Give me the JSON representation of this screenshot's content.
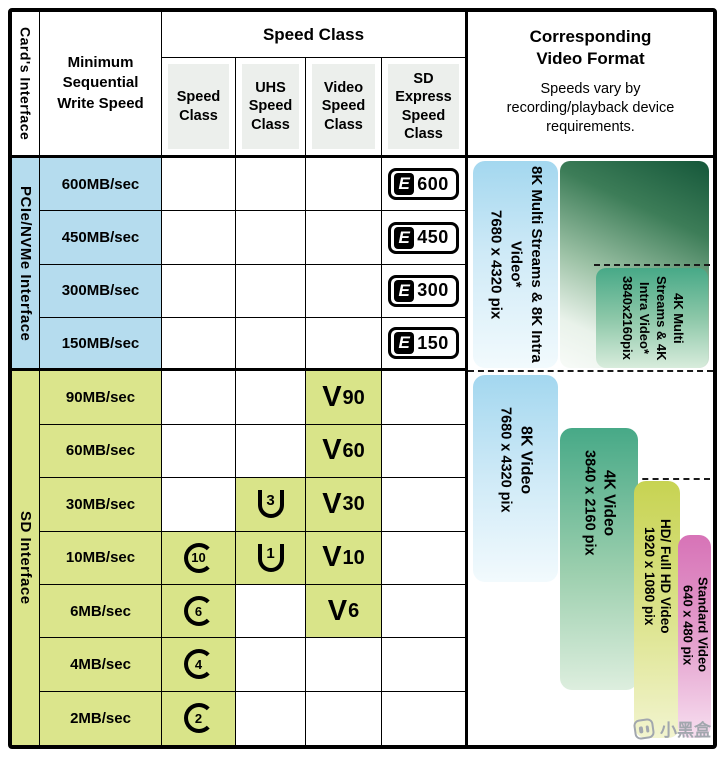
{
  "header": {
    "card_interface": "Card's Interface",
    "write_speed": "Minimum Sequential Write Speed",
    "speed_class_group": "Speed Class",
    "sub_headers": [
      "Speed Class",
      "UHS Speed Class",
      "Video Speed Class",
      "SD Express Speed Class"
    ],
    "video_format_title": "Corresponding Video Format",
    "video_format_note": "Speeds vary by recording/playback device requirements."
  },
  "interfaces": {
    "pcie": "PCIe/NVMe Interface",
    "sd": "SD Interface"
  },
  "logos": {
    "e_glyph": "E",
    "v_glyph": "V"
  },
  "rows": [
    {
      "speed": "600MB/sec",
      "express": "600"
    },
    {
      "speed": "450MB/sec",
      "express": "450"
    },
    {
      "speed": "300MB/sec",
      "express": "300"
    },
    {
      "speed": "150MB/sec",
      "express": "150"
    },
    {
      "speed": "90MB/sec",
      "v": "90"
    },
    {
      "speed": "60MB/sec",
      "v": "60"
    },
    {
      "speed": "30MB/sec",
      "u": "3",
      "v": "30"
    },
    {
      "speed": "10MB/sec",
      "c": "10",
      "u": "1",
      "v": "10"
    },
    {
      "speed": "6MB/sec",
      "c": "6",
      "v": "6"
    },
    {
      "speed": "4MB/sec",
      "c": "4"
    },
    {
      "speed": "2MB/sec",
      "c": "2"
    }
  ],
  "video_formats": {
    "pcie_8k": {
      "title": "8K Multi Streams & 8K Intra Video*",
      "resolution": "7680 x 4320 pix"
    },
    "pcie_4k": {
      "title": "4K Multi Streams & 4K Intra Video*",
      "resolution": "3840x2160pix"
    },
    "sd_8k": {
      "title": "8K Video",
      "resolution": "7680 x 4320 pix"
    },
    "sd_4k": {
      "title": "4K Video",
      "resolution": "3840 x 2160 pix"
    },
    "sd_hd": {
      "title": "HD/ Full HD Video",
      "resolution": "1920 x 1080 pix"
    },
    "sd_std": {
      "title": "Standard Video",
      "resolution": "640 x 480 pix"
    }
  },
  "colors": {
    "pcie_row_blue": "#b5dcee",
    "sd_row_green": "#dbe58c",
    "bar_blue": "#a3d7ef",
    "bar_teal": "#47a987",
    "bar_lime": "#c7d352",
    "bar_pink": "#d773b7",
    "backdrop_dark_green": "#15573a"
  },
  "watermark": {
    "text": "小黑盒"
  }
}
